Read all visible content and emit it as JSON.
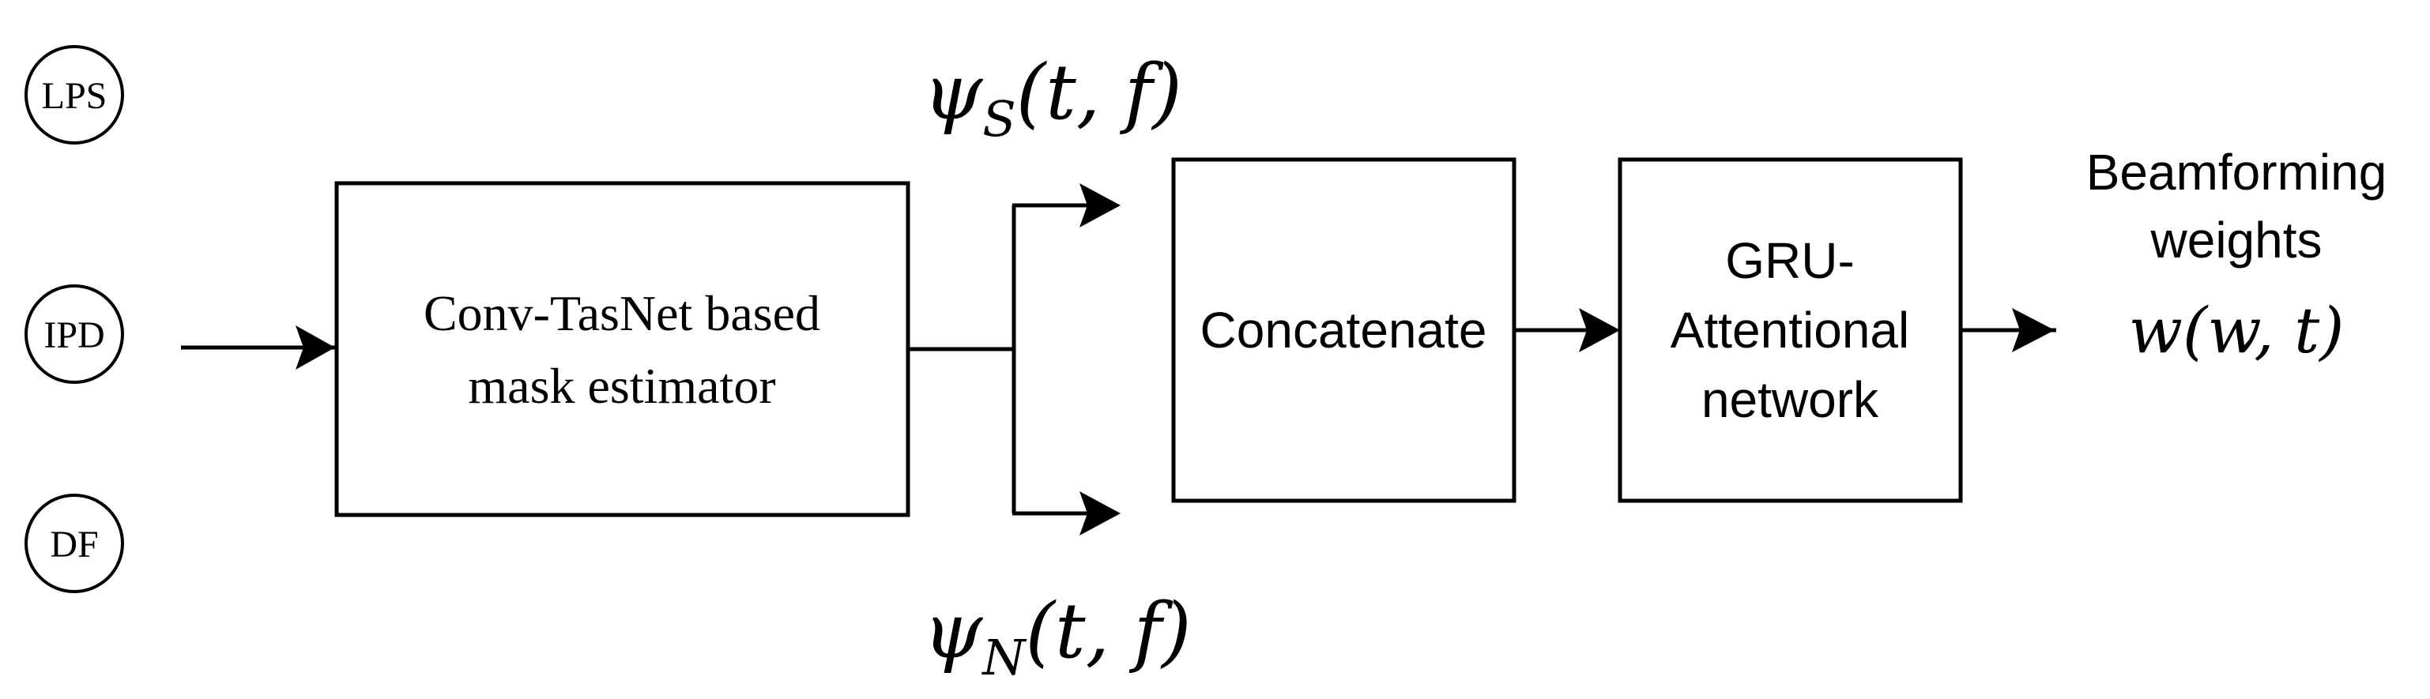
{
  "inputs": [
    {
      "label": "LPS"
    },
    {
      "label": "IPD"
    },
    {
      "label": "DF"
    }
  ],
  "blocks": {
    "mask_estimator": {
      "line1": "Conv-TasNet based",
      "line2": "mask estimator"
    },
    "concatenate": {
      "label": "Concatenate"
    },
    "gru": {
      "line1": "GRU-",
      "line2": "Attentional",
      "line3": "network"
    }
  },
  "signals": {
    "speech_mask": {
      "symbol": "ψ",
      "sub": "S",
      "args": "(t, f)"
    },
    "noise_mask": {
      "symbol": "ψ",
      "sub": "N",
      "args": "(t, f)"
    }
  },
  "output": {
    "line1": "Beamforming",
    "line2": "weights",
    "formula": "w(w, t)"
  },
  "colors": {
    "stroke": "#000000",
    "background": "#ffffff"
  }
}
